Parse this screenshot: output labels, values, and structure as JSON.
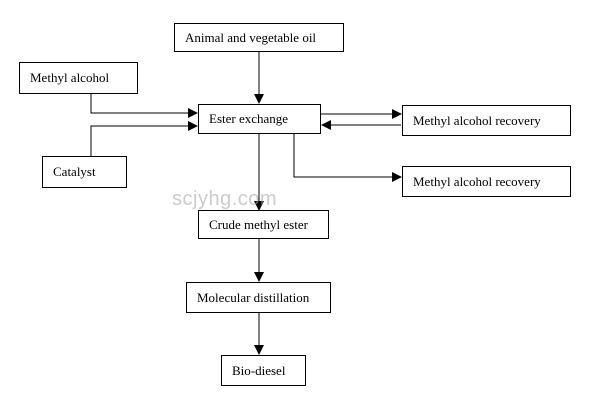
{
  "diagram": {
    "nodes": {
      "animal_oil": "Animal and vegetable oil",
      "methyl_alcohol": "Methyl alcohol",
      "catalyst": "Catalyst",
      "ester_exchange": "Ester exchange",
      "recovery_1": "Methyl alcohol recovery",
      "recovery_2": "Methyl alcohol recovery",
      "crude_ester": "Crude methyl ester",
      "molecular_distillation": "Molecular distillation",
      "bio_diesel": "Bio-diesel"
    },
    "watermark": "scjyhg.com",
    "colors": {
      "line": "#000000",
      "box_border": "#000000",
      "watermark": "#a0a0a0"
    }
  }
}
